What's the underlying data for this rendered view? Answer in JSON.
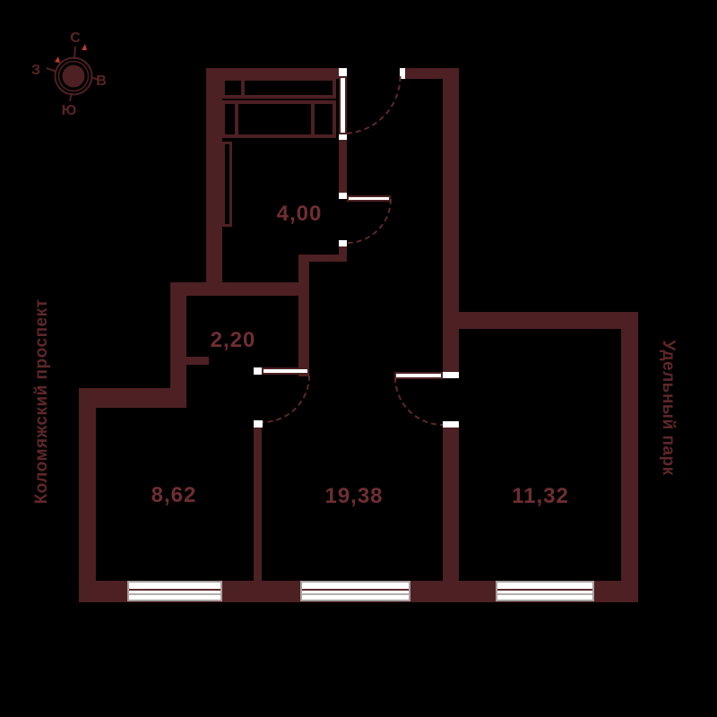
{
  "plan_title": "apartment-floor-plan",
  "compass": {
    "north": "С",
    "east": "В",
    "south": "Ю",
    "west": "З"
  },
  "surroundings": {
    "left_street": "Коломяжский проспект",
    "right_park": "Удельный парк"
  },
  "rooms": [
    {
      "id": "hallway-top",
      "area": "4,00"
    },
    {
      "id": "inner-hall",
      "area": "2,20"
    },
    {
      "id": "room-left",
      "area": "8,62"
    },
    {
      "id": "room-center",
      "area": "19,38"
    },
    {
      "id": "room-right",
      "area": "11,32"
    }
  ],
  "colors": {
    "background": "#000000",
    "wall": "#4d2023",
    "room_label": "#6f2e32",
    "street_label": "#5f2729",
    "door_arc": "#5d282a",
    "window_frame": "#a9a0a0",
    "compass_accent": "#bf3a2e",
    "jamb": "#ffffff"
  }
}
